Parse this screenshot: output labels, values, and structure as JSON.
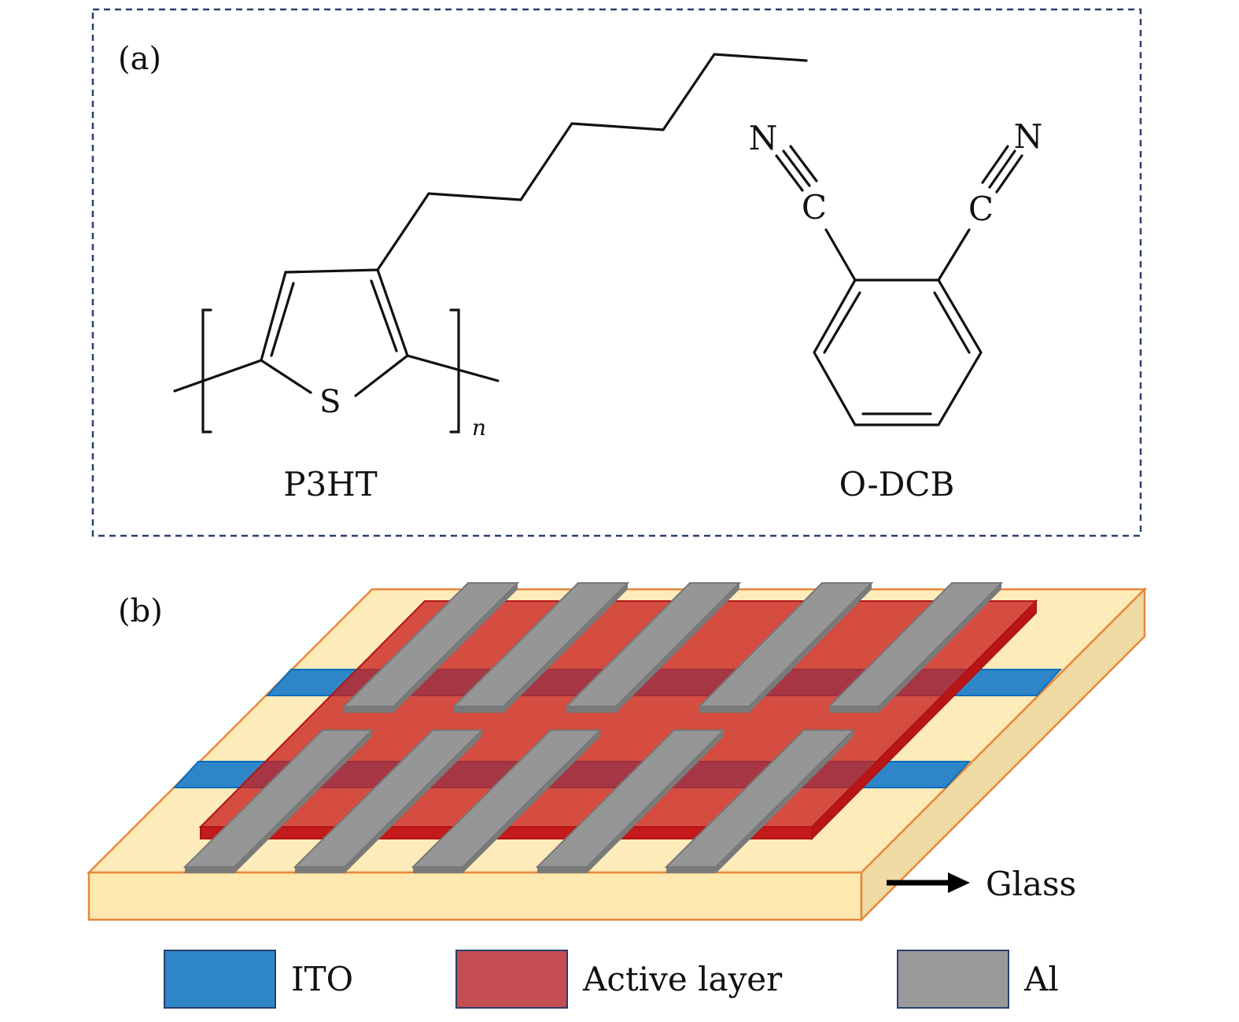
{
  "panel_a": {
    "label": "(a)",
    "p3ht": {
      "name": "P3HT",
      "sulfur": "S",
      "repeat": "n"
    },
    "odcb": {
      "name": "O-DCB",
      "carbon_left": "C",
      "carbon_right": "C",
      "nitrogen_left": "N",
      "nitrogen_right": "N"
    }
  },
  "panel_b": {
    "label": "(b)",
    "glass_label": "Glass"
  },
  "legend": [
    {
      "label": "ITO",
      "color": "#2e86c9"
    },
    {
      "label": "Active layer",
      "color": "#c44d52"
    },
    {
      "label": "Al",
      "color": "#999999"
    }
  ],
  "colors": {
    "frame": "#2b3f6b",
    "glass": "#fdebb9",
    "glass_edge": "#e8873a",
    "active": "#d04a48",
    "ito": "#2e86c9",
    "al": "#969696"
  }
}
